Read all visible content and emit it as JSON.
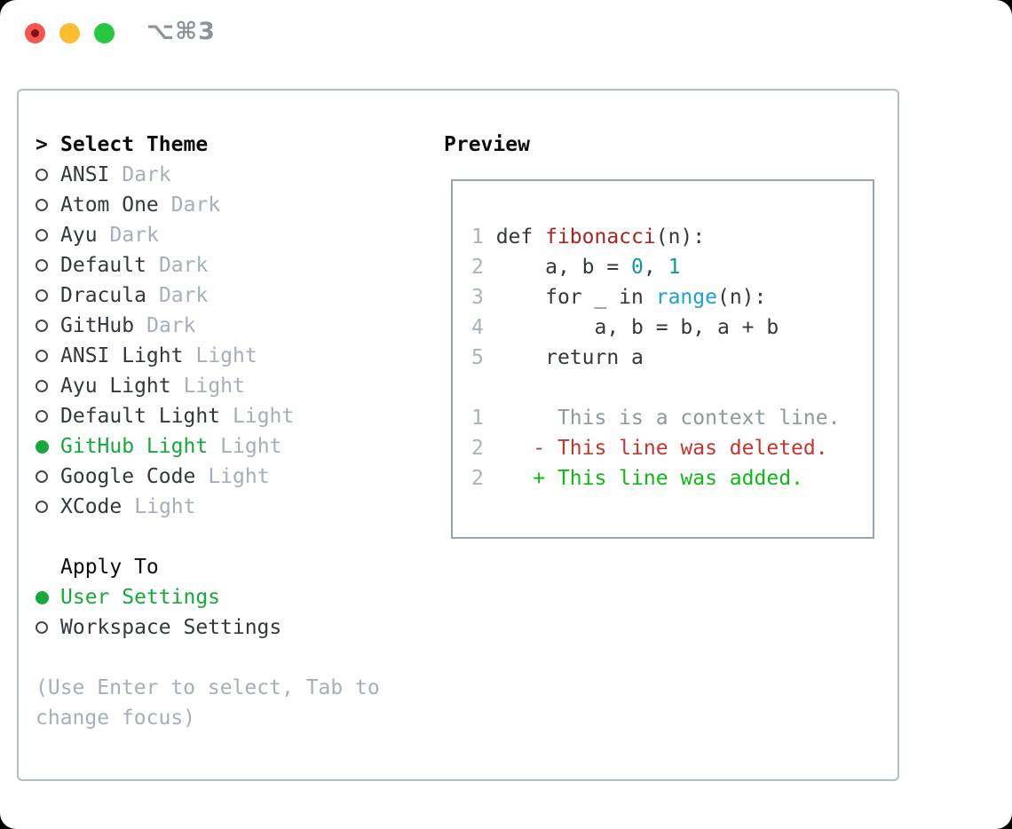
{
  "titlebar": {
    "title": "⌥⌘3"
  },
  "theme_menu": {
    "header_marker": ">",
    "header": "Select Theme",
    "items": [
      {
        "name": "ANSI",
        "variant": "Dark",
        "selected": false
      },
      {
        "name": "Atom One",
        "variant": "Dark",
        "selected": false
      },
      {
        "name": "Ayu",
        "variant": "Dark",
        "selected": false
      },
      {
        "name": "Default",
        "variant": "Dark",
        "selected": false
      },
      {
        "name": "Dracula",
        "variant": "Dark",
        "selected": false
      },
      {
        "name": "GitHub",
        "variant": "Dark",
        "selected": false
      },
      {
        "name": "ANSI Light",
        "variant": "Light",
        "selected": false
      },
      {
        "name": "Ayu Light",
        "variant": "Light",
        "selected": false
      },
      {
        "name": "Default Light",
        "variant": "Light",
        "selected": false
      },
      {
        "name": "GitHub Light",
        "variant": "Light",
        "selected": true
      },
      {
        "name": "Google Code",
        "variant": "Light",
        "selected": false
      },
      {
        "name": "XCode",
        "variant": "Light",
        "selected": false
      }
    ]
  },
  "apply_to": {
    "header": "Apply To",
    "items": [
      {
        "name": "User Settings",
        "selected": true
      },
      {
        "name": "Workspace Settings",
        "selected": false
      }
    ]
  },
  "hint_lines": [
    "(Use Enter to select, Tab to",
    "change focus)"
  ],
  "preview": {
    "header": "Preview",
    "lines": [
      {
        "num": "1",
        "kind": "code",
        "tokens": [
          [
            "plain",
            "def "
          ],
          [
            "func",
            "fibonacci"
          ],
          [
            "plain",
            "(n):"
          ]
        ]
      },
      {
        "num": "2",
        "kind": "code",
        "tokens": [
          [
            "plain",
            "    a, b = "
          ],
          [
            "num",
            "0"
          ],
          [
            "plain",
            ", "
          ],
          [
            "num",
            "1"
          ]
        ]
      },
      {
        "num": "3",
        "kind": "code",
        "tokens": [
          [
            "plain",
            "    for _ in "
          ],
          [
            "builtin",
            "range"
          ],
          [
            "plain",
            "(n):"
          ]
        ]
      },
      {
        "num": "4",
        "kind": "code",
        "tokens": [
          [
            "plain",
            "        a, b = b, a + b"
          ]
        ]
      },
      {
        "num": "5",
        "kind": "code",
        "tokens": [
          [
            "plain",
            "    return a"
          ]
        ]
      },
      {
        "num": "",
        "kind": "blank",
        "tokens": []
      },
      {
        "num": "1",
        "kind": "diff-context",
        "tokens": [
          [
            "context",
            "     This is a context line."
          ]
        ]
      },
      {
        "num": "2",
        "kind": "diff-deleted",
        "tokens": [
          [
            "del",
            "   - This line was deleted."
          ]
        ]
      },
      {
        "num": "2",
        "kind": "diff-added",
        "tokens": [
          [
            "add",
            "   + This line was added."
          ]
        ]
      }
    ]
  },
  "colors": {
    "selected_green": "#17a83b",
    "added_green": "#0cba16",
    "deleted_red": "#c5352b",
    "function_red": "#a62622",
    "number_teal": "#109a94",
    "builtin_blue": "#1d9fd8",
    "tag_gray": "#a7aeb9",
    "panel_border": "#b4bcc6",
    "preview_border": "#9aa4ae"
  }
}
